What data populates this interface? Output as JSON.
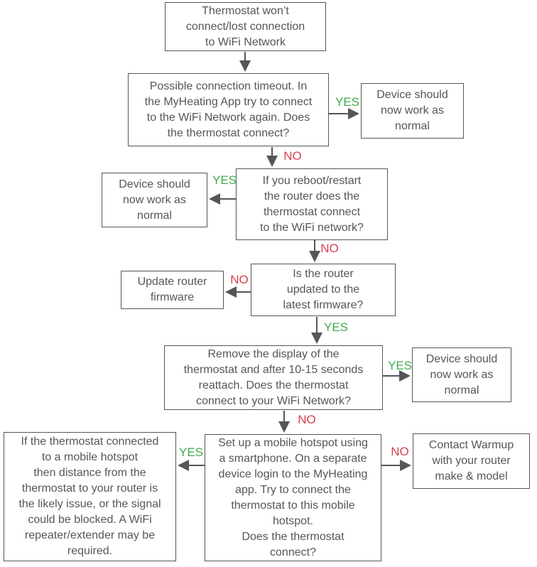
{
  "colors": {
    "yes": "#3fa94b",
    "no": "#d8414e",
    "line": "#55565a",
    "text": "#55565a",
    "box_bg": "#ffffff",
    "page_bg": "#ffffff"
  },
  "nodes": {
    "start": {
      "text": "Thermostat won’t\nconnect/lost connection\nto WiFi Network"
    },
    "timeout": {
      "text": "Possible connection timeout. In\nthe MyHeating App try to connect\nto the WiFi Network again. Does\nthe thermostat connect?"
    },
    "device_ok_1": {
      "text": "Device should\nnow work as\nnormal"
    },
    "reboot": {
      "text": "If you reboot/restart\nthe router does the\nthermostat connect\nto the WiFi network?"
    },
    "device_ok_2": {
      "text": "Device should\nnow work as\nnormal"
    },
    "firmware_question": {
      "text": "Is the router\nupdated to the\nlatest firmware?"
    },
    "update_firmware": {
      "text": "Update router\nfirmware"
    },
    "reattach_display": {
      "text": "Remove the display of the\nthermostat and after 10-15 seconds\nreattach. Does the thermostat\nconnect to your WiFi Network?"
    },
    "device_ok_3": {
      "text": "Device should\nnow work as\nnormal"
    },
    "mobile_hotspot": {
      "text": "Set up a mobile hotspot using\na smartphone. On a separate\ndevice login to the MyHeating\napp. Try to connect the\nthermostat to this mobile\nhotspot.\nDoes the thermostat\nconnect?"
    },
    "distance_issue": {
      "text": "If the thermostat connected\nto a mobile hotspot\nthen distance from the\nthermostat to your router is\nthe likely issue, or the signal\ncould be blocked. A WiFi\nrepeater/extender may be\nrequired."
    },
    "contact_warmup": {
      "text": "Contact Warmup\nwith your router\nmake & model"
    }
  },
  "edge_labels": {
    "timeout_yes": "YES",
    "timeout_no": "NO",
    "reboot_yes": "YES",
    "reboot_no": "NO",
    "firmware_no": "NO",
    "firmware_yes": "YES",
    "reattach_yes": "YES",
    "reattach_no": "NO",
    "hotspot_yes": "YES",
    "hotspot_no": "NO"
  }
}
